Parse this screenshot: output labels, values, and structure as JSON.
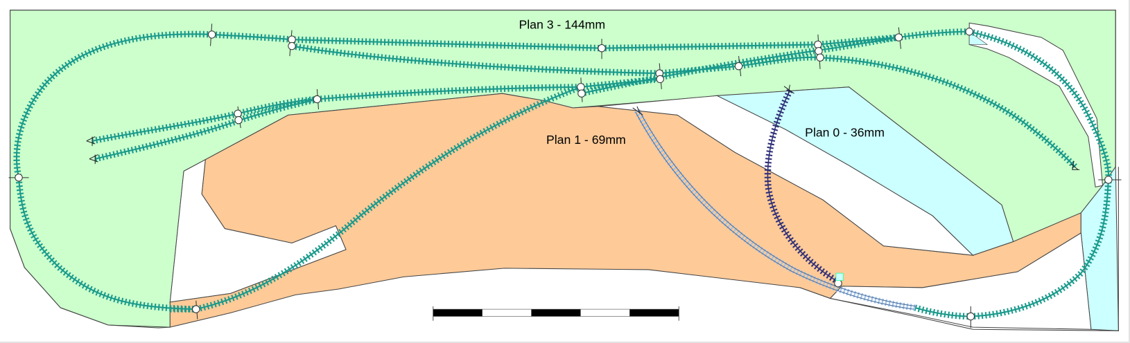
{
  "diagram": {
    "type": "model-railway-track-plan",
    "levels": [
      {
        "id": "plan3",
        "label": "Plan 3 - 144mm",
        "fill": "#ccffcc",
        "track_color": "#1a9a8c"
      },
      {
        "id": "plan1",
        "label": "Plan 1 - 69mm",
        "fill": "#fdca98",
        "track_color": "#9cc4ee"
      },
      {
        "id": "plan0",
        "label": "Plan 0 - 36mm",
        "fill": "#ccffff",
        "track_color": "#2f2f78"
      }
    ],
    "background_fill": "#ffffff",
    "outline_color": "#333333",
    "scale_bar": {
      "segments": 5,
      "pattern": [
        "black",
        "white",
        "black",
        "white",
        "black"
      ]
    }
  },
  "colors": {
    "plan3_board": "#ccffcc",
    "plan1_board": "#fdca98",
    "plan0_board": "#ccffff",
    "track_teal": "#1a9a8c",
    "track_light_blue": "#9cc4ee",
    "track_navy": "#2f2f78",
    "junction_marker": "#ffffff"
  }
}
